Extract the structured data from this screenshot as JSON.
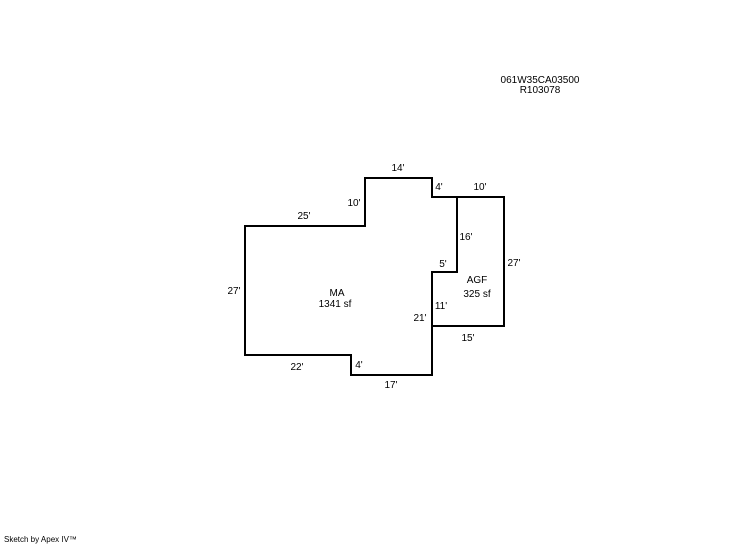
{
  "parcel": {
    "map_number": "061W35CA03500",
    "account_number": "R103078"
  },
  "areas": {
    "main": {
      "code": "MA",
      "size": "1341 sf"
    },
    "garage": {
      "code": "AGF",
      "size": "325 sf"
    }
  },
  "dimensions": {
    "ma_top_left": "25'",
    "ma_step_up": "10'",
    "ma_top": "14'",
    "ma_jog": "4'",
    "agf_top": "10'",
    "agf_left": "16'",
    "agf_right": "27'",
    "ma_step": "5'",
    "agf_lower_left": "11'",
    "agf_bottom": "15'",
    "ma_left": "27'",
    "ma_right_lower": "21'",
    "ma_bottom_left": "22'",
    "ma_bottom_step": "4'",
    "ma_bottom_right": "17'"
  },
  "footer": {
    "credit": "Sketch by Apex IV™"
  }
}
